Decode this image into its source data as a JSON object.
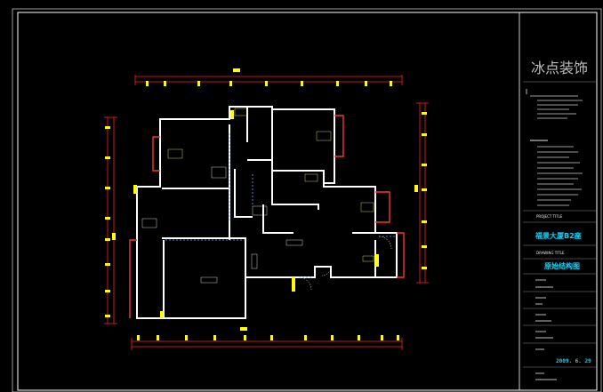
{
  "title_block": {
    "brand": "冰点装饰",
    "project_label": "PROJECT TITLE",
    "project_name": "福景大厦B2座",
    "drawing_label": "DRAWING TITLE",
    "drawing_name": "原始结构图",
    "date": "2009. 6. 29"
  },
  "colors": {
    "background": "#000000",
    "walls": "#ffffff",
    "dimensions": "#ff2020",
    "markers": "#ffff00",
    "windows": "#ff3030",
    "frame": "#ffffff",
    "accent_text": "#00d8ff",
    "brand_text": "#bdbdbd"
  }
}
